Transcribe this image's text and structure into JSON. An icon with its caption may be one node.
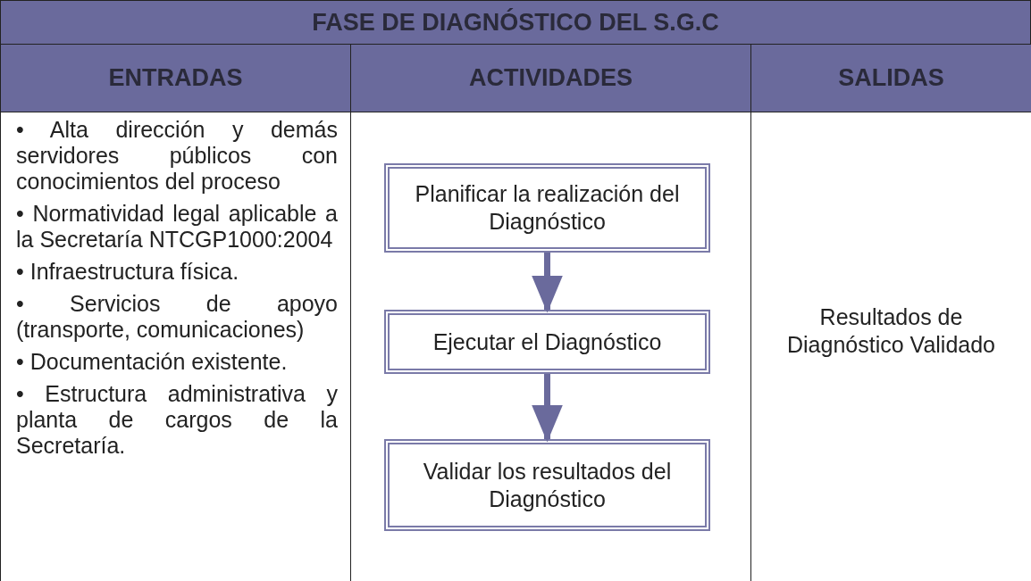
{
  "diagram": {
    "title": "FASE DE DIAGNÓSTICO DEL S.G.C",
    "nodes": [
      {
        "text": [
          "Planificar la realización del Diagnóstico"
        ]
      },
      {
        "text": [
          "Ejecutar el Diagnóstico"
        ]
      },
      {
        "text": [
          "Validar los resultados del Diagnóstico"
        ]
      }
    ],
    "edges": [
      {
        "from": 0,
        "to": 1,
        "arrow": "to"
      },
      {
        "from": 1,
        "to": 2,
        "arrow": "to"
      }
    ],
    "labels": [
      "ENTRADAS",
      "ACTIVIDADES",
      "SALIDAS",
      "• Alta dirección y demás servidores públicos con conocimientos del proceso",
      "• Normatividad legal aplicable a la Secretaría NTCGP1000:2004",
      "• Infraestructura física.",
      "• Servicios de apoyo (transporte, comunicaciones)",
      "• Documentación existente.",
      "• Estructura administrativa y planta de cargos de la Secretaría.",
      "Resultados de Diagnóstico Validado"
    ]
  }
}
